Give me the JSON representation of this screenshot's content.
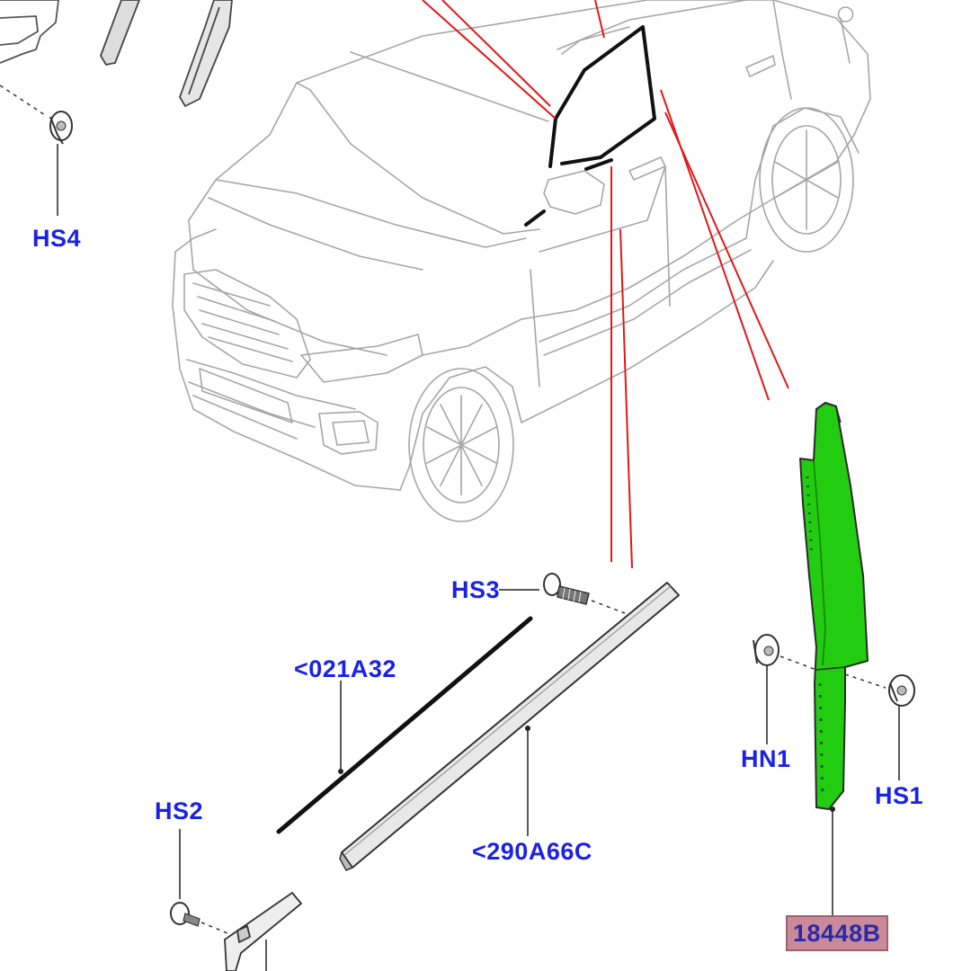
{
  "diagram": {
    "callouts": {
      "hs4": "HS4",
      "hs3": "HS3",
      "part_021a32": "<021A32",
      "part_290a66c": "<290A66C",
      "hs2": "HS2",
      "hn1": "HN1",
      "hs1": "HS1",
      "part_18448b": "18448B"
    },
    "highlighted_part": "18448B",
    "colors": {
      "line_art": "#9a9a9a",
      "leader_lines": "#e01818",
      "callout_text": "#1a22e6",
      "highlight_fill": "#22cc10",
      "highlight_label_bg": "#c98a9a"
    }
  }
}
